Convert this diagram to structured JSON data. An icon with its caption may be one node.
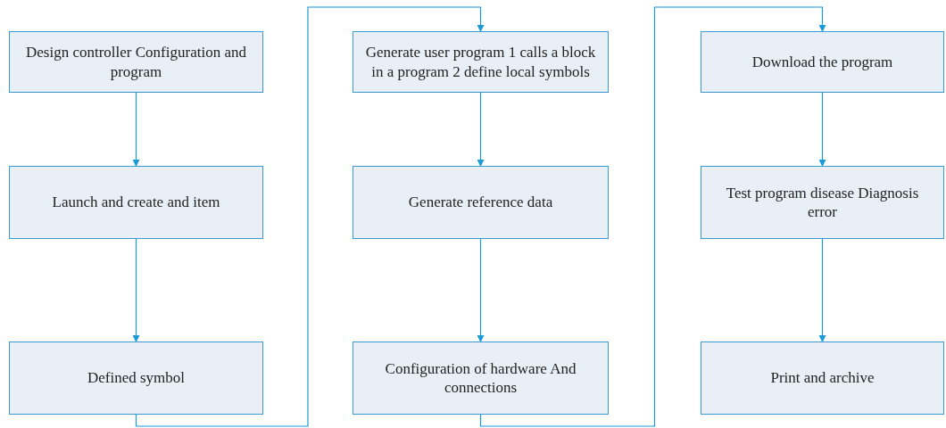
{
  "diagram": {
    "nodes": [
      {
        "text": [
          "Design controller Configuration and program"
        ]
      },
      {
        "text": [
          "Launch and create and item"
        ]
      },
      {
        "text": [
          "Defined symbol"
        ]
      },
      {
        "text": [
          "Generate user program 1 calls a block in a program 2 define local symbols"
        ]
      },
      {
        "text": [
          "Generate reference data"
        ]
      },
      {
        "text": [
          "Configuration of hardware And connections"
        ]
      },
      {
        "text": [
          "Download the program"
        ]
      },
      {
        "text": [
          "Test program disease Diagnosis error"
        ]
      },
      {
        "text": [
          "Print and archive"
        ]
      }
    ],
    "edges": [
      {
        "from": 0,
        "to": 1,
        "arrow": "to"
      },
      {
        "from": 1,
        "to": 2,
        "arrow": "to"
      },
      {
        "from": 2,
        "to": 3,
        "arrow": "to"
      },
      {
        "from": 3,
        "to": 4,
        "arrow": "to"
      },
      {
        "from": 4,
        "to": 5,
        "arrow": "to"
      },
      {
        "from": 5,
        "to": 6,
        "arrow": "to"
      },
      {
        "from": 6,
        "to": 7,
        "arrow": "to"
      },
      {
        "from": 7,
        "to": 8,
        "arrow": "to"
      }
    ]
  }
}
